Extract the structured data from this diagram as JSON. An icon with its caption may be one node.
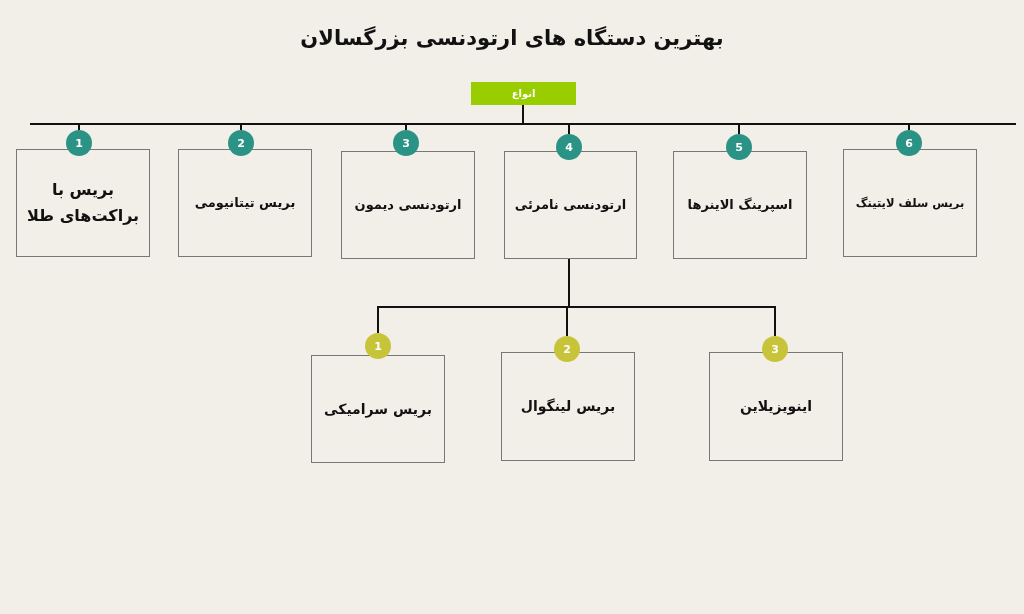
{
  "diagram": {
    "title": "بهترین دستگاه های ارتودنسی بزرگسالان",
    "nodes": [
      {
        "text": [
          "انواع"
        ]
      },
      {
        "text": [
          "بریس با براکت‌های طلا"
        ],
        "beside": [
          "1"
        ]
      },
      {
        "text": [
          "بریس تیتانیومی"
        ],
        "beside": [
          "2"
        ]
      },
      {
        "text": [
          "ارتودنسی دیمون"
        ],
        "beside": [
          "3"
        ]
      },
      {
        "text": [
          "ارتودنسی نامرئی"
        ],
        "beside": [
          "4"
        ]
      },
      {
        "text": [
          "اسپرینگ الاینرها"
        ],
        "beside": [
          "5"
        ]
      },
      {
        "text": [
          "بریس سلف لایتینگ"
        ],
        "beside": [
          "6"
        ]
      },
      {
        "text": [
          "بریس سرامیکی"
        ],
        "beside": [
          "1"
        ]
      },
      {
        "text": [
          "بریس لینگوال"
        ],
        "beside": [
          "2"
        ]
      },
      {
        "text": [
          "اینویزیلاین"
        ],
        "beside": [
          "3"
        ]
      }
    ],
    "edges": [
      {
        "from": 0,
        "to": 1,
        "arrow": "none"
      },
      {
        "from": 0,
        "to": 2,
        "arrow": "none"
      },
      {
        "from": 0,
        "to": 3,
        "arrow": "none"
      },
      {
        "from": 0,
        "to": 4,
        "arrow": "none"
      },
      {
        "from": 0,
        "to": 5,
        "arrow": "none"
      },
      {
        "from": 0,
        "to": 6,
        "arrow": "none"
      },
      {
        "from": 4,
        "to": 7,
        "arrow": "none"
      },
      {
        "from": 4,
        "to": 8,
        "arrow": "none"
      },
      {
        "from": 4,
        "to": 9,
        "arrow": "none"
      }
    ]
  }
}
